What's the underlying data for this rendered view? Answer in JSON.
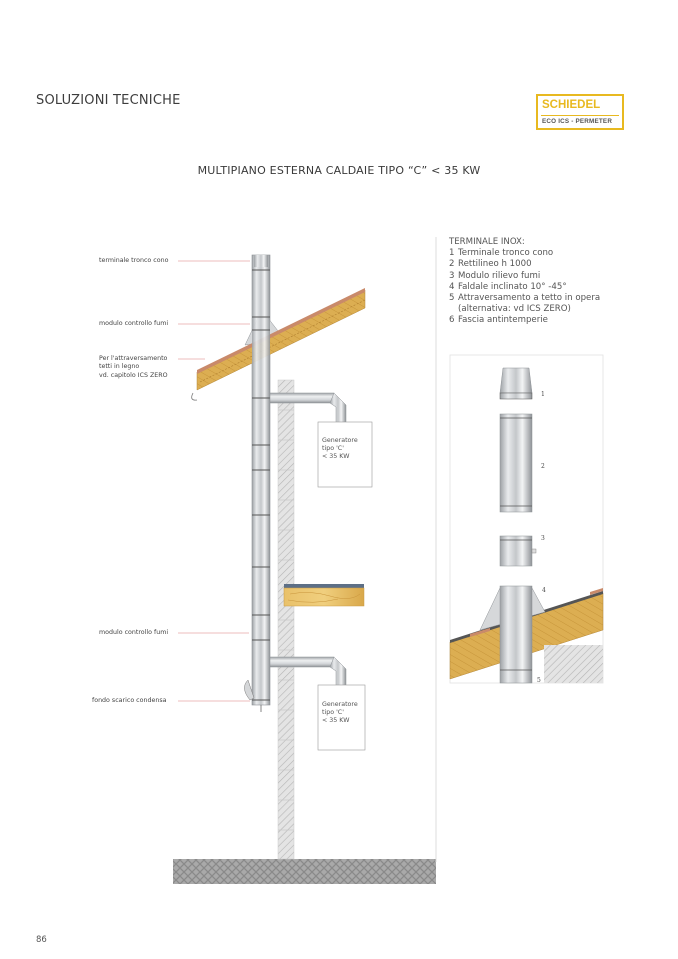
{
  "header": {
    "section_title": "SOLUZIONI TECNICHE",
    "brand": {
      "name": "SCHIEDEL",
      "product_line": "ECO ICS - PERMETER",
      "color": "#e8b920"
    }
  },
  "diagram": {
    "title": "MULTIPIANO ESTERNA CALDAIE TIPO “C” < 35 KW",
    "callouts": [
      {
        "id": "terminal",
        "text": "terminale tronco cono"
      },
      {
        "id": "module-top",
        "text": "modulo controllo fumi"
      },
      {
        "id": "roof-note",
        "lines": [
          "Per l'attraversamento",
          "tetti in legno",
          "vd. capitolo ICS ZERO"
        ]
      },
      {
        "id": "module-bottom",
        "text": "modulo controllo fumi"
      },
      {
        "id": "condensate",
        "text": "fondo scarico condensa"
      }
    ],
    "generators": [
      {
        "lines": [
          "Generatore",
          "tipo 'C'",
          "< 35 KW"
        ]
      },
      {
        "lines": [
          "Generatore",
          "tipo 'C'",
          "< 35 KW"
        ]
      }
    ],
    "colors": {
      "leader_line": "#e8a8a8",
      "wood": "#d9a848",
      "tile": "#c98a6a",
      "steel": "#c8cbce",
      "wall_hatch": "#b9b9b9",
      "ground": "#9a9a9a"
    }
  },
  "legend": {
    "title": "TERMINALE INOX:",
    "items": [
      {
        "num": "1",
        "text": "Terminale tronco cono"
      },
      {
        "num": "2",
        "text": "Rettilineo h 1000"
      },
      {
        "num": "3",
        "text": "Modulo rilievo fumi"
      },
      {
        "num": "4",
        "text": "Faldale inclinato 10° -45°"
      },
      {
        "num": "5",
        "text": "Attraversamento a tetto in opera",
        "continuation": "(alternativa: vd ICS ZERO)"
      },
      {
        "num": "6",
        "text": "Fascia antintemperie"
      }
    ]
  },
  "detail": {
    "numbers": [
      "1",
      "2",
      "3",
      "4",
      "5"
    ]
  },
  "footer": {
    "page_number": "86"
  }
}
